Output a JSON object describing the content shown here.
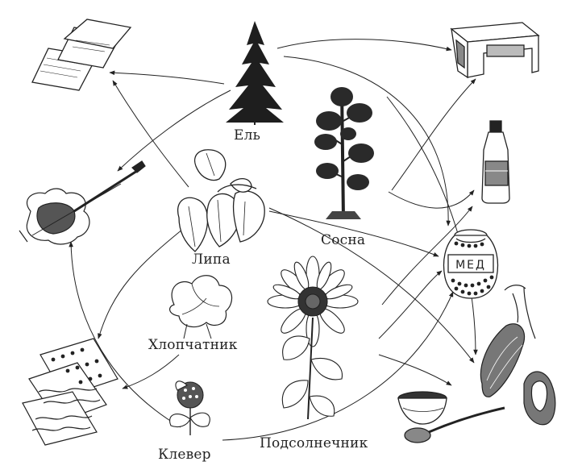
{
  "labels": {
    "spruce": "Ель",
    "pine": "Сосна",
    "linden": "Липа",
    "cotton": "Хлопчатник",
    "clover": "Клевер",
    "sunflower": "Подсолнечник",
    "honey_jar_text": "МЕД"
  },
  "colors": {
    "ink": "#222222",
    "background": "#ffffff"
  }
}
